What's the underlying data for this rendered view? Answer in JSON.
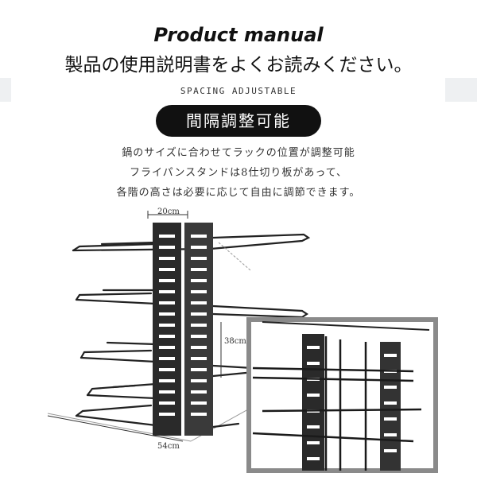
{
  "header": {
    "title_en": "Product manual",
    "title_ja": "製品の使用説明書をよくお読みください。"
  },
  "section": {
    "spacing_label": "SPACING ADJUSTABLE",
    "badge": "間隔調整可能",
    "description": [
      "鍋のサイズに合わせてラックの位置が調整可能",
      "フライパンスタンドは8仕切り板があって、",
      "各階の高さは必要に応じて自由に調節できます。"
    ]
  },
  "dimensions": {
    "width": "20cm",
    "height": "38cm",
    "length": "54cm"
  }
}
